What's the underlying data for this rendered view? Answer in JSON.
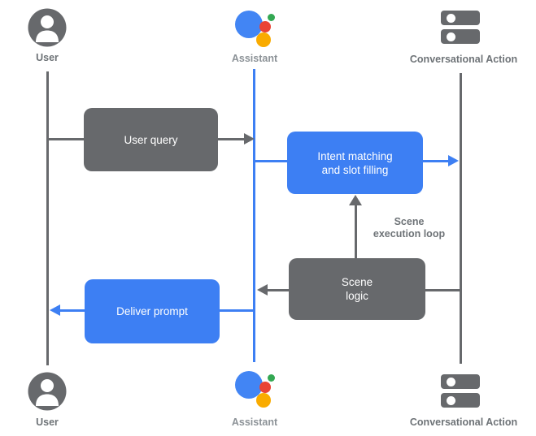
{
  "colors": {
    "gray": "#67696C",
    "blue": "#3D7FF3",
    "logo_blue": "#4285F4",
    "logo_red": "#EA4335",
    "logo_green": "#34A853",
    "logo_yellow": "#F9AB00",
    "label_gray": "#6E7377",
    "assistant_label_gray": "#8C9297"
  },
  "actors": {
    "top": [
      {
        "icon": "person-icon",
        "label": "User"
      },
      {
        "icon": "google-assistant-icon",
        "label": "Assistant"
      },
      {
        "icon": "server-stack-icon",
        "label": "Conversational Action"
      }
    ],
    "bottom": [
      {
        "icon": "person-icon",
        "label": "User"
      },
      {
        "icon": "google-assistant-icon",
        "label": "Assistant"
      },
      {
        "icon": "server-stack-icon",
        "label": "Conversational Action"
      }
    ]
  },
  "boxes": {
    "user_query": {
      "label": "User query",
      "color": "gray"
    },
    "intent_matching": {
      "label": "Intent matching\nand slot filling",
      "color": "blue"
    },
    "scene_logic": {
      "label": "Scene\nlogic",
      "color": "gray"
    },
    "deliver_prompt": {
      "label": "Deliver prompt",
      "color": "blue"
    }
  },
  "annotations": {
    "scene_execution_loop": "Scene\nexecution loop"
  },
  "flows": [
    {
      "from": "User",
      "via": "User query",
      "to": "Assistant",
      "color": "gray"
    },
    {
      "from": "Assistant",
      "via": "Intent matching and slot filling",
      "to": "Conversational Action",
      "color": "blue"
    },
    {
      "from": "Conversational Action",
      "via": "Scene logic",
      "to": "Assistant",
      "color": "gray"
    },
    {
      "from": "Scene logic",
      "via": "Scene execution loop",
      "to": "Intent matching and slot filling",
      "color": "gray"
    },
    {
      "from": "Assistant",
      "via": "Deliver prompt",
      "to": "User",
      "color": "blue"
    }
  ]
}
